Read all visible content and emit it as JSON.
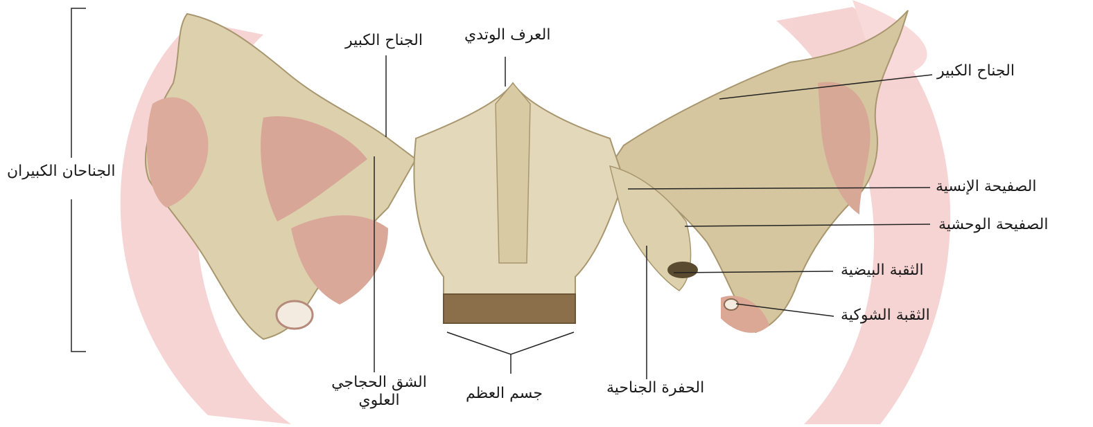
{
  "diagram": {
    "labels": {
      "greater_wings": "الجناحان الكبيران",
      "greater_wing_left": "الجناح الكبير",
      "sphenoid_crest": "العرف الوتدي",
      "greater_wing_right": "الجناح الكبير",
      "medial_plate": "الصفيحة الإنسية",
      "lateral_plate": "الصفيحة الوحشية",
      "foramen_ovale": "الثقبة البيضية",
      "foramen_spinosum": "الثقبة الشوكية",
      "pterygoid_fossa": "الحفرة الجناحية",
      "bone_body": "جسم العظم",
      "superior_orbital_fissure_line1": "الشق الحجاجي",
      "superior_orbital_fissure_line2": "العلوي"
    },
    "colors": {
      "watermark": "#f4c6c6",
      "bone_light": "#e6dcc0",
      "bone_mid": "#cfc19a",
      "bone_dark": "#a89670",
      "bone_pink": "#dca99a",
      "leader_line": "#222222"
    }
  }
}
